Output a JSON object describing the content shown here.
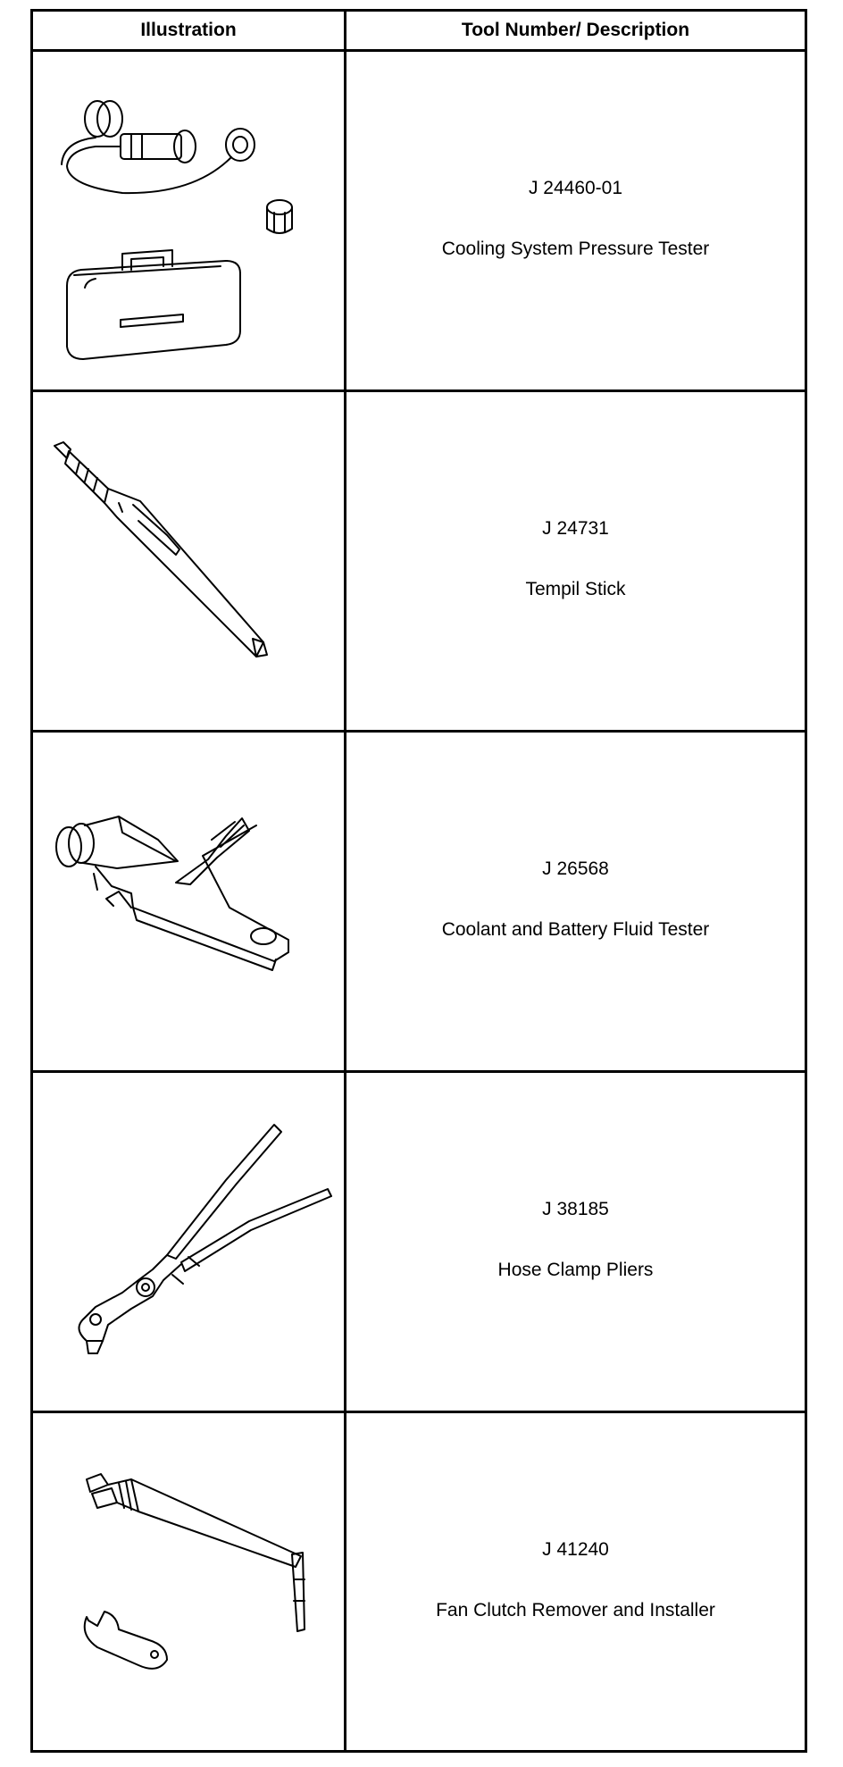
{
  "table": {
    "headers": [
      "Illustration",
      "Tool Number/ Description"
    ],
    "rows": [
      {
        "icon": "cooling-system-pressure-tester-illustration",
        "number": "J 24460-01",
        "name": "Cooling System Pressure Tester"
      },
      {
        "icon": "tempil-stick-illustration",
        "number": "J 24731",
        "name": "Tempil Stick"
      },
      {
        "icon": "coolant-battery-fluid-tester-illustration",
        "number": "J 26568",
        "name": "Coolant and Battery Fluid Tester"
      },
      {
        "icon": "hose-clamp-pliers-illustration",
        "number": "J 38185",
        "name": "Hose Clamp Pliers"
      },
      {
        "icon": "fan-clutch-remover-installer-illustration",
        "number": "J 41240",
        "name": "Fan Clutch Remover and Installer"
      }
    ]
  }
}
